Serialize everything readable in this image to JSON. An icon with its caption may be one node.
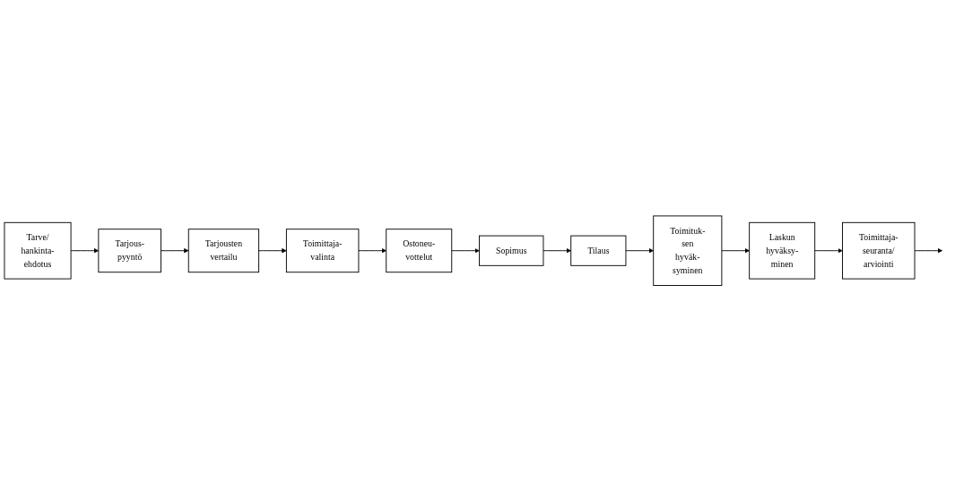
{
  "diagram": {
    "nodes": [
      {
        "text": [
          "Tarve/ hankinta- ehdotus"
        ]
      },
      {
        "text": [
          "Tarjous- pyyntö"
        ]
      },
      {
        "text": [
          "Tarjousten vertailu"
        ]
      },
      {
        "text": [
          "Toimittaja- valinta"
        ]
      },
      {
        "text": [
          "Ostoneu- vottelut"
        ]
      },
      {
        "text": [
          "Sopimus"
        ]
      },
      {
        "text": [
          "Tilaus"
        ]
      },
      {
        "text": [
          "Toimituk- sen hyväk- syminen"
        ]
      },
      {
        "text": [
          "Laskun hyväksy- minen"
        ]
      },
      {
        "text": [
          "Toimittaja- seuranta/ arviointi"
        ]
      }
    ],
    "edges": [
      {
        "from": 0,
        "to": 1,
        "arrow": "to"
      },
      {
        "from": 1,
        "to": 2,
        "arrow": "to"
      },
      {
        "from": 2,
        "to": 3,
        "arrow": "to"
      },
      {
        "from": 3,
        "to": 4,
        "arrow": "to"
      },
      {
        "from": 4,
        "to": 5,
        "arrow": "to"
      },
      {
        "from": 5,
        "to": 6,
        "arrow": "to"
      },
      {
        "from": 6,
        "to": 7,
        "arrow": "to"
      },
      {
        "from": 7,
        "to": 8,
        "arrow": "to"
      },
      {
        "from": 8,
        "to": 9,
        "arrow": "to"
      },
      {
        "from": 9,
        "to": null,
        "arrow": "to"
      }
    ]
  }
}
